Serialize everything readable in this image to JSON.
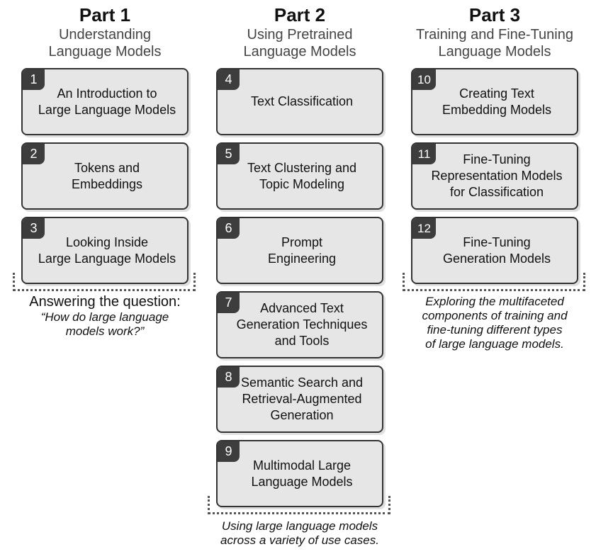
{
  "parts": [
    {
      "title": "Part 1",
      "subtitle": "Understanding\nLanguage Models",
      "caption_heading": "Answering the question:",
      "caption": "“How do large language\nmodels work?”",
      "chapters": [
        {
          "number": "1",
          "title": "An Introduction to\nLarge Language Models"
        },
        {
          "number": "2",
          "title": "Tokens and\nEmbeddings"
        },
        {
          "number": "3",
          "title": "Looking Inside\nLarge Language Models"
        }
      ]
    },
    {
      "title": "Part 2",
      "subtitle": "Using Pretrained\nLanguage Models",
      "caption": "Using large language models\nacross a variety of use cases.",
      "chapters": [
        {
          "number": "4",
          "title": "Text Classification"
        },
        {
          "number": "5",
          "title": "Text Clustering and\nTopic Modeling"
        },
        {
          "number": "6",
          "title": "Prompt\nEngineering"
        },
        {
          "number": "7",
          "title": "Advanced Text\nGeneration Techniques\nand Tools"
        },
        {
          "number": "8",
          "title": "Semantic Search and\nRetrieval-Augmented\nGeneration"
        },
        {
          "number": "9",
          "title": "Multimodal Large\nLanguage Models"
        }
      ]
    },
    {
      "title": "Part 3",
      "subtitle": "Training and Fine-Tuning\nLanguage Models",
      "caption": "Exploring the multifaceted\ncomponents of training and\nfine-tuning different types\nof large language models.",
      "chapters": [
        {
          "number": "10",
          "title": "Creating Text\nEmbedding Models"
        },
        {
          "number": "11",
          "title": "Fine-Tuning\nRepresentation Models\nfor Classification"
        },
        {
          "number": "12",
          "title": "Fine-Tuning\nGeneration Models"
        }
      ]
    }
  ]
}
